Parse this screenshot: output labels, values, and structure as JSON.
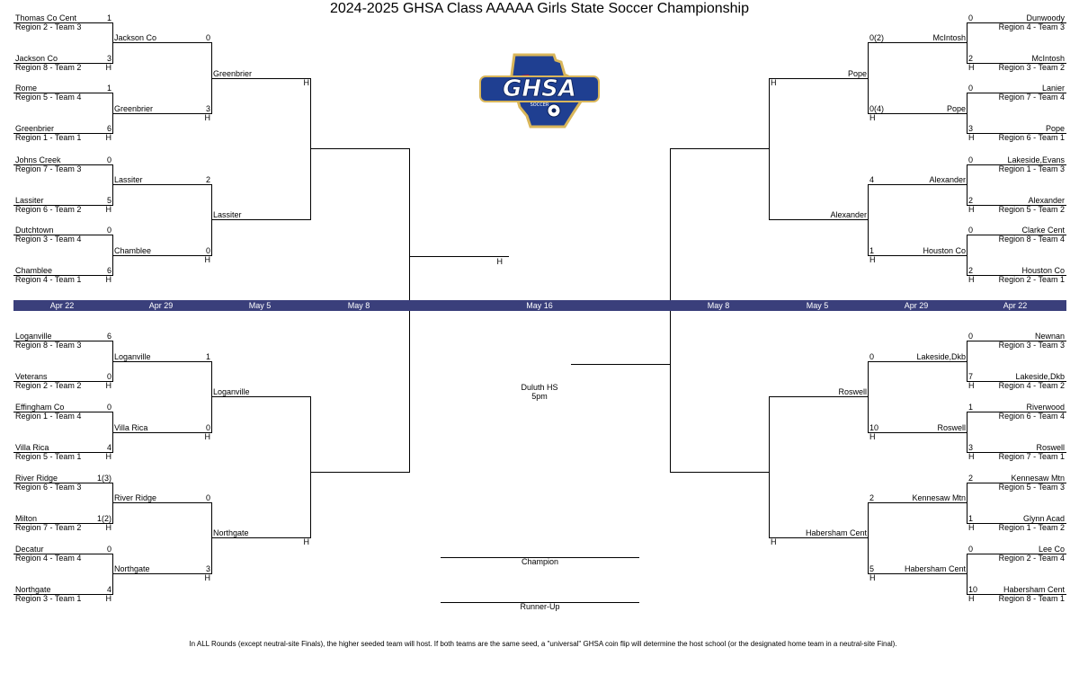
{
  "title": "2024-2025 GHSA Class AAAAA Girls State Soccer Championship",
  "logo": {
    "text": "GHSA",
    "subtext": "SOCCER"
  },
  "dates": {
    "left": [
      "Apr 22",
      "Apr 29",
      "May 5",
      "May 8"
    ],
    "center": "May 16",
    "right": [
      "May 8",
      "May 5",
      "Apr 29",
      "Apr 22"
    ]
  },
  "venue": {
    "site": "Duluth HS",
    "time": "5pm"
  },
  "champion_label": "Champion",
  "runner_up_label": "Runner-Up",
  "final_host": "H",
  "footer": "In ALL Rounds (except neutral-site Finals), the higher seeded team will host. If both teams are the same seed, a \"universal\" GHSA coin flip will determine the host school (or the designated home team in a neutral-site Final).",
  "left": {
    "r1": [
      {
        "team": "Thomas Co Cent",
        "seed": "Region 2 -  Team 3",
        "score": "1",
        "host": ""
      },
      {
        "team": "Jackson Co",
        "seed": "Region 8 -  Team 2",
        "score": "3",
        "host": "H"
      },
      {
        "team": "Rome",
        "seed": "Region 5 -  Team 4",
        "score": "1",
        "host": ""
      },
      {
        "team": "Greenbrier",
        "seed": "Region 1 -  Team 1",
        "score": "6",
        "host": "H"
      },
      {
        "team": "Johns Creek",
        "seed": "Region 7 -  Team 3",
        "score": "0",
        "host": ""
      },
      {
        "team": "Lassiter",
        "seed": "Region 6 -  Team 2",
        "score": "5",
        "host": "H"
      },
      {
        "team": "Dutchtown",
        "seed": "Region 3 -  Team 4",
        "score": "0",
        "host": ""
      },
      {
        "team": "Chamblee",
        "seed": "Region 4 -  Team 1",
        "score": "6",
        "host": "H"
      },
      {
        "team": "Loganville",
        "seed": "Region 8 -  Team 3",
        "score": "6",
        "host": ""
      },
      {
        "team": "Veterans",
        "seed": "Region 2 -  Team 2",
        "score": "0",
        "host": "H"
      },
      {
        "team": "Effingham Co",
        "seed": "Region 1 -  Team 4",
        "score": "0",
        "host": ""
      },
      {
        "team": "Villa Rica",
        "seed": "Region 5 -  Team 1",
        "score": "4",
        "host": "H"
      },
      {
        "team": "River Ridge",
        "seed": "Region 6 -  Team 3",
        "score": "1(3)",
        "host": ""
      },
      {
        "team": "Milton",
        "seed": "Region 7 -  Team 2",
        "score": "1(2)",
        "host": "H"
      },
      {
        "team": "Decatur",
        "seed": "Region 4 -  Team 4",
        "score": "0",
        "host": ""
      },
      {
        "team": "Northgate",
        "seed": "Region 3 -  Team 1",
        "score": "4",
        "host": "H"
      }
    ],
    "r2": [
      {
        "team": "Jackson Co",
        "score": "0",
        "host": ""
      },
      {
        "team": "Greenbrier",
        "score": "3",
        "host": "H"
      },
      {
        "team": "Lassiter",
        "score": "2",
        "host": ""
      },
      {
        "team": "Chamblee",
        "score": "0",
        "host": "H"
      },
      {
        "team": "Loganville",
        "score": "1",
        "host": ""
      },
      {
        "team": "Villa Rica",
        "score": "0",
        "host": "H"
      },
      {
        "team": "River Ridge",
        "score": "0",
        "host": ""
      },
      {
        "team": "Northgate",
        "score": "3",
        "host": "H"
      }
    ],
    "r3": [
      {
        "team": "Greenbrier",
        "score": "",
        "host": "H"
      },
      {
        "team": "Lassiter",
        "score": "",
        "host": ""
      },
      {
        "team": "Loganville",
        "score": "",
        "host": ""
      },
      {
        "team": "Northgate",
        "score": "",
        "host": "H"
      }
    ]
  },
  "right": {
    "r1": [
      {
        "team": "Dunwoody",
        "seed": "Region 4 -  Team 3",
        "score": "0",
        "host": ""
      },
      {
        "team": "McIntosh",
        "seed": "Region 3 -  Team 2",
        "score": "2",
        "host": "H"
      },
      {
        "team": "Lanier",
        "seed": "Region 7 -  Team 4",
        "score": "0",
        "host": ""
      },
      {
        "team": "Pope",
        "seed": "Region 6 -  Team 1",
        "score": "3",
        "host": "H"
      },
      {
        "team": "Lakeside,Evans",
        "seed": "Region 1 -  Team 3",
        "score": "0",
        "host": ""
      },
      {
        "team": "Alexander",
        "seed": "Region 5 -  Team 2",
        "score": "2",
        "host": "H"
      },
      {
        "team": "Clarke Cent",
        "seed": "Region 8 -  Team 4",
        "score": "0",
        "host": ""
      },
      {
        "team": "Houston Co",
        "seed": "Region 2 -  Team 1",
        "score": "2",
        "host": "H"
      },
      {
        "team": "Newnan",
        "seed": "Region 3 -  Team 3",
        "score": "0",
        "host": ""
      },
      {
        "team": "Lakeside,Dkb",
        "seed": "Region 4 -  Team 2",
        "score": "7",
        "host": "H"
      },
      {
        "team": "Riverwood",
        "seed": "Region 6 -  Team 4",
        "score": "1",
        "host": ""
      },
      {
        "team": "Roswell",
        "seed": "Region 7 -  Team 1",
        "score": "3",
        "host": "H"
      },
      {
        "team": "Kennesaw Mtn",
        "seed": "Region 5 -  Team 3",
        "score": "2",
        "host": ""
      },
      {
        "team": "Glynn Acad",
        "seed": "Region 1 -  Team 2",
        "score": "1",
        "host": "H"
      },
      {
        "team": "Lee Co",
        "seed": "Region 2 -  Team 4",
        "score": "0",
        "host": ""
      },
      {
        "team": "Habersham Cent",
        "seed": "Region 8 -  Team 1",
        "score": "10",
        "host": "H"
      }
    ],
    "r2": [
      {
        "team": "McIntosh",
        "score": "0(2)",
        "host": ""
      },
      {
        "team": "Pope",
        "score": "0(4)",
        "host": "H"
      },
      {
        "team": "Alexander",
        "score": "4",
        "host": ""
      },
      {
        "team": "Houston Co",
        "score": "1",
        "host": "H"
      },
      {
        "team": "Lakeside,Dkb",
        "score": "0",
        "host": ""
      },
      {
        "team": "Roswell",
        "score": "10",
        "host": "H"
      },
      {
        "team": "Kennesaw Mtn",
        "score": "2",
        "host": ""
      },
      {
        "team": "Habersham Cent",
        "score": "5",
        "host": "H"
      }
    ],
    "r3": [
      {
        "team": "Pope",
        "score": "",
        "host": "H"
      },
      {
        "team": "Alexander",
        "score": "",
        "host": ""
      },
      {
        "team": "Roswell",
        "score": "",
        "host": ""
      },
      {
        "team": "Habersham Cent",
        "score": "",
        "host": "H"
      }
    ]
  },
  "colors": {
    "date_bar": "#3a3f7b",
    "logo_blue": "#1f3f91",
    "logo_red": "#c8102e",
    "logo_gold": "#d9b65a"
  }
}
